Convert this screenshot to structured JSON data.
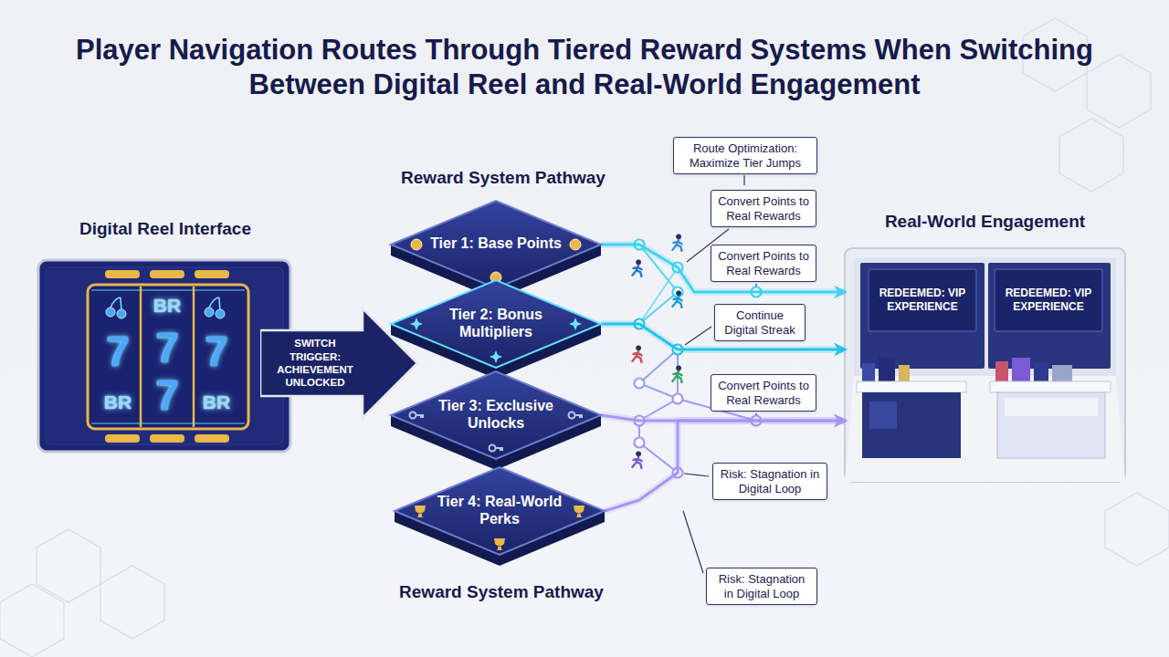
{
  "diagram": {
    "title": "Player Navigation Routes Through Tiered Reward Systems When Switching Between Digital Reel and Real-World Engagement",
    "nodes": [
      {
        "text": [
          "Digital Reel Interface"
        ]
      },
      {
        "text": [
          "SWITCH TRIGGER: ACHIEVEMENT UNLOCKED"
        ]
      },
      {
        "text": [
          "Tier 1: Base Points"
        ]
      },
      {
        "text": [
          "Tier 2: Bonus Multipliers"
        ]
      },
      {
        "text": [
          "Tier 3: Exclusive Unlocks"
        ]
      },
      {
        "text": [
          "Tier 4: Real-World Perks"
        ]
      },
      {
        "text": [
          "Route Optimization: Maximize Tier Jumps"
        ]
      },
      {
        "text": [
          "Convert Points to Real Rewards"
        ]
      },
      {
        "text": [
          "Convert Points to Real Rewards"
        ]
      },
      {
        "text": [
          "Continue Digital Streak"
        ]
      },
      {
        "text": [
          "Convert Points to Real Rewards"
        ]
      },
      {
        "text": [
          "Risk: Stagnation in Digital Loop"
        ]
      },
      {
        "text": [
          "Risk: Stagnation in Digital Loop"
        ]
      },
      {
        "text": [
          "Real-World Engagement"
        ]
      },
      {
        "text": [
          "REDEEMED: VIP EXPERIENCE"
        ],
        "in": 13
      },
      {
        "text": [
          "REDEEMED: VIP EXPERIENCE"
        ],
        "in": 13
      }
    ],
    "edges": [
      {
        "from": 2,
        "to": 13,
        "arrow": "to"
      },
      {
        "from": 3,
        "to": 13,
        "arrow": "to"
      },
      {
        "from": 4,
        "to": 13,
        "arrow": "to"
      },
      {
        "from": 5,
        "to": 13,
        "arrow": "to"
      }
    ],
    "labels": [
      "Reward System Pathway",
      "Reward System Pathway",
      "BR",
      "7",
      "7",
      "7",
      "BR",
      "7",
      "BR"
    ]
  }
}
